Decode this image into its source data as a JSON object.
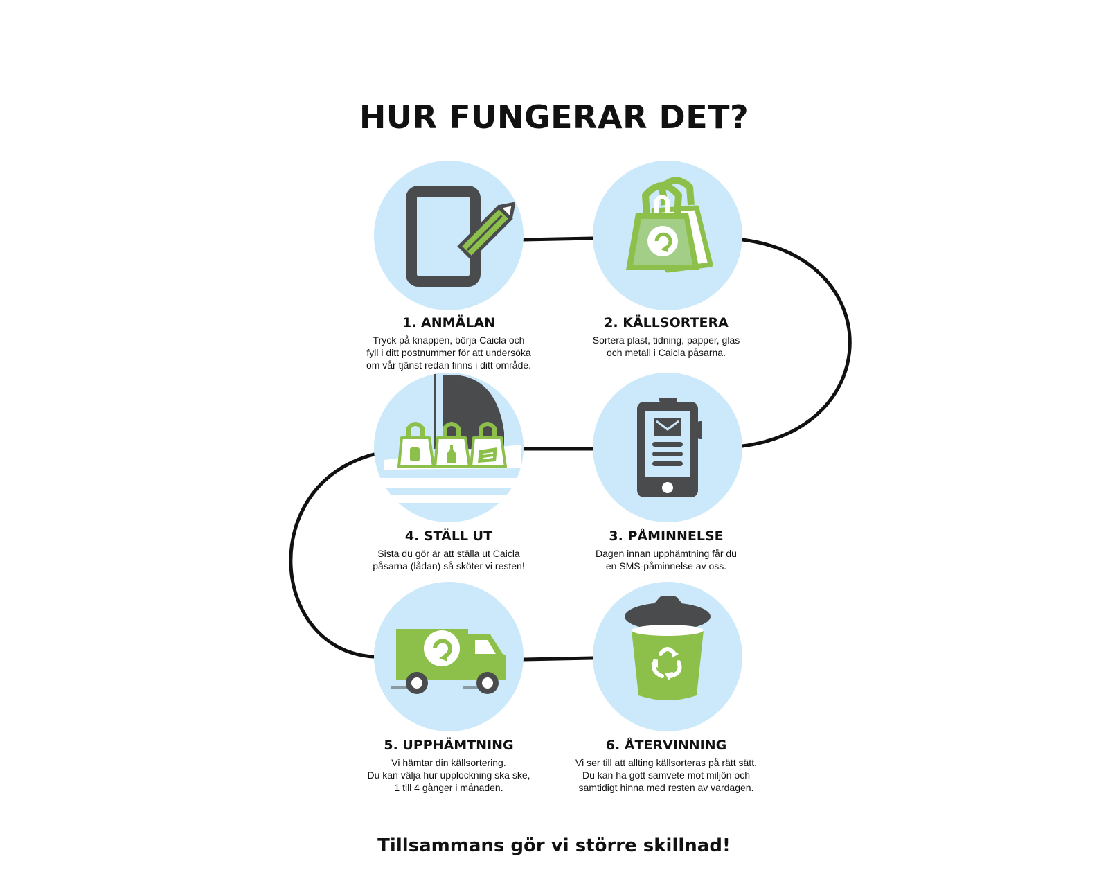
{
  "title": "HUR FUNGERAR DET?",
  "tagline": "Tillsammans gör vi större skillnad!",
  "colors": {
    "circle_bg": "#cbe9fa",
    "green": "#8cc04b",
    "dark": "#4a4b4d",
    "line": "#111111"
  },
  "steps": [
    {
      "heading": "1.  ANMÄLAN",
      "icon": "tablet-pencil-icon",
      "lines": [
        "Tryck på knappen, börja Caicla och",
        "fyll i ditt postnummer för att undersöka",
        "om vår tjänst redan finns i ditt område."
      ]
    },
    {
      "heading": "2.  KÄLLSORTERA",
      "icon": "recycling-bag-icon",
      "lines": [
        "Sortera plast, tidning, papper, glas",
        "och metall i Caicla påsarna."
      ]
    },
    {
      "heading": "3.  PÅMINNELSE",
      "icon": "phone-message-icon",
      "lines": [
        "Dagen innan upphämtning får du",
        "en SMS-påminnelse av oss."
      ]
    },
    {
      "heading": "4.  STÄLL UT",
      "icon": "bags-at-door-icon",
      "lines": [
        "Sista du gör är att ställa ut Caicla",
        "påsarna (lådan) så sköter vi resten!"
      ]
    },
    {
      "heading": "5. UPPHÄMTNING",
      "icon": "recycling-truck-icon",
      "lines": [
        "Vi hämtar din källsortering.",
        "Du kan välja hur upplockning ska ske,",
        "1 till 4 gånger i månaden."
      ]
    },
    {
      "heading": "6. ÅTERVINNING",
      "icon": "recycling-bin-icon",
      "lines": [
        "Vi ser till att allting källsorteras på rätt sätt.",
        "Du kan ha gott samvete mot miljön och",
        "samtidigt hinna med resten av vardagen."
      ]
    }
  ]
}
